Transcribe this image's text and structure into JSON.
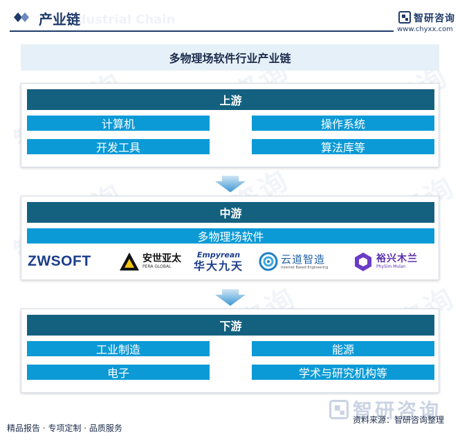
{
  "header": {
    "title": "产业链",
    "subtitle_en": "Industrial Chain",
    "brand_name": "智研咨询",
    "brand_url": "www.chyxx.com"
  },
  "chart_title": "多物理场软件行业产业链",
  "upstream": {
    "label": "上游",
    "items": [
      "计算机",
      "操作系统",
      "开发工具",
      "算法库等"
    ]
  },
  "midstream": {
    "label": "中游",
    "product": "多物理场软件",
    "companies": [
      {
        "name": "ZWSOFT"
      },
      {
        "name": "安世亚太",
        "sub": "PERA GLOBAL"
      },
      {
        "name": "华大九天",
        "sub": "Empyrean"
      },
      {
        "name": "云道智造",
        "sub": "Internet Based Engineering"
      },
      {
        "name": "裕兴木兰",
        "sub": "PhySim Mulan"
      }
    ]
  },
  "downstream": {
    "label": "下游",
    "items": [
      "工业制造",
      "能源",
      "电子",
      "学术与研究机构等"
    ]
  },
  "footer": {
    "left": "精品报告 · 专项定制 · 品质服务",
    "source": "资料来源：智研咨询整理",
    "brand": "智研咨询"
  },
  "colors": {
    "header_dark": "#1e3a6a",
    "section_head": "#14607f",
    "item_box": "#0c9ad6",
    "title_band": "#e6f0f8",
    "arrow": "#4aa3d8"
  },
  "watermark_text": "智研咨询"
}
